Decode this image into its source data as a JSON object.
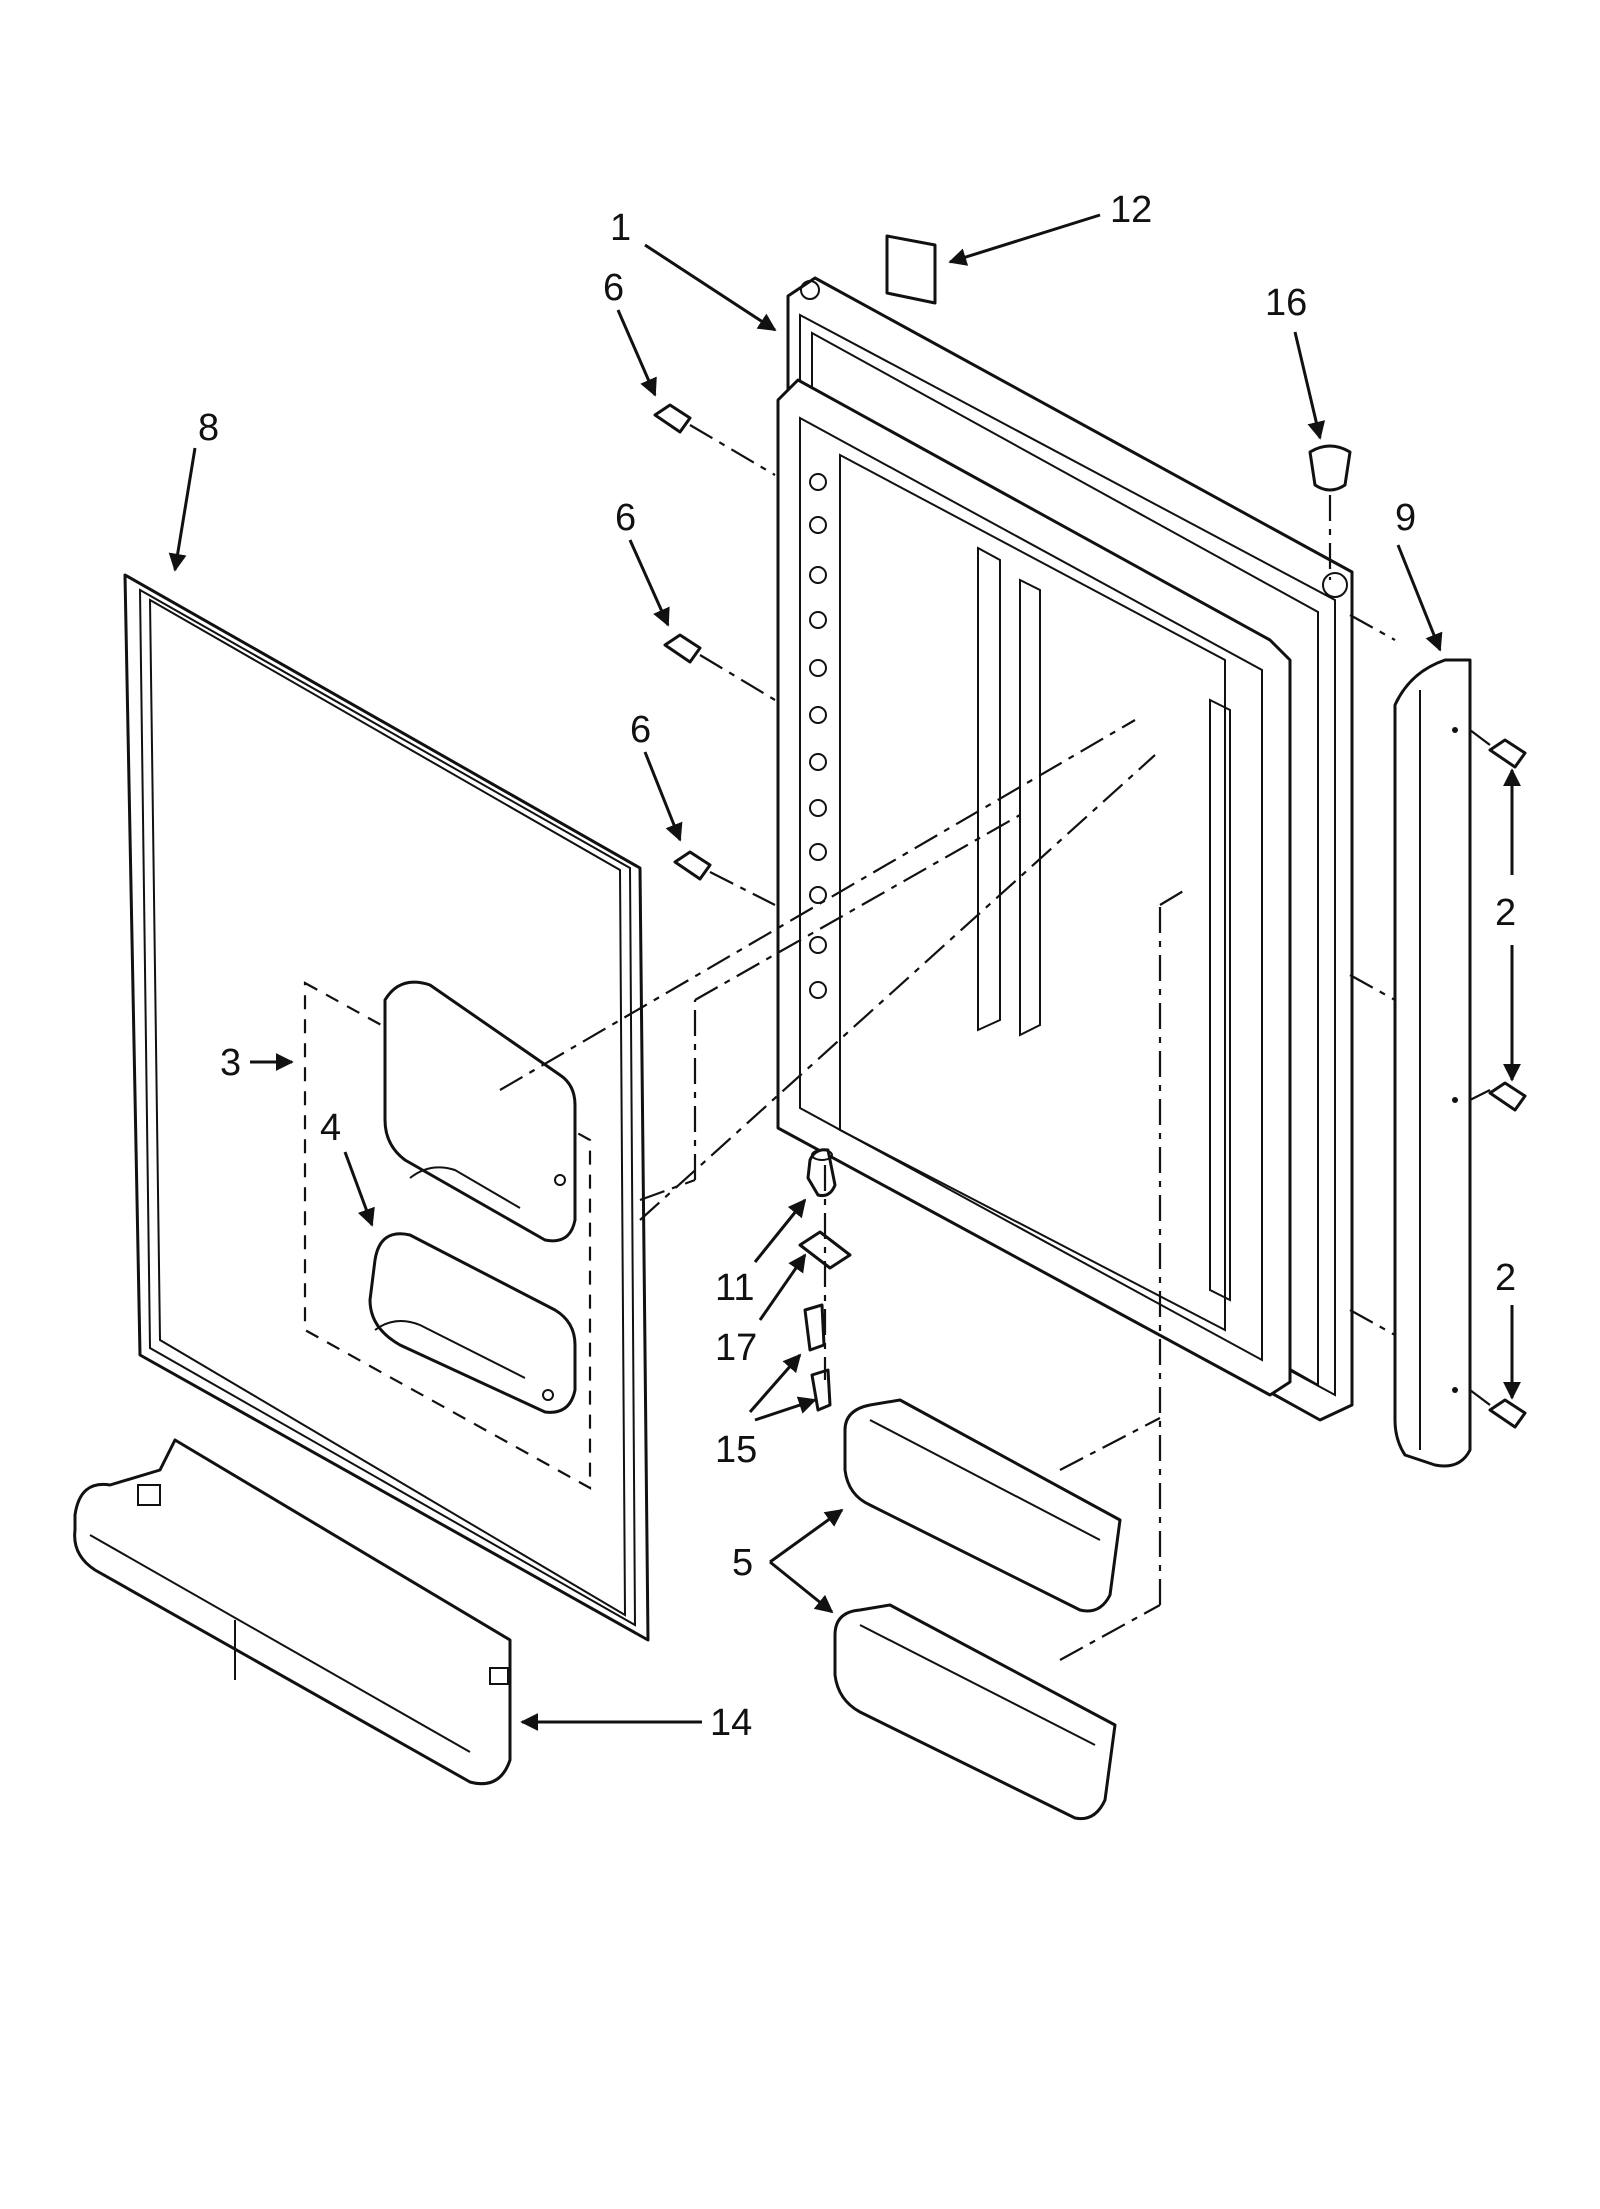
{
  "diagram": {
    "callouts": [
      {
        "id": "c1",
        "label": "1"
      },
      {
        "id": "c2a",
        "label": "2"
      },
      {
        "id": "c2b",
        "label": "2"
      },
      {
        "id": "c3",
        "label": "3"
      },
      {
        "id": "c4",
        "label": "4"
      },
      {
        "id": "c5",
        "label": "5"
      },
      {
        "id": "c6a",
        "label": "6"
      },
      {
        "id": "c6b",
        "label": "6"
      },
      {
        "id": "c6c",
        "label": "6"
      },
      {
        "id": "c8",
        "label": "8"
      },
      {
        "id": "c9",
        "label": "9"
      },
      {
        "id": "c11",
        "label": "11"
      },
      {
        "id": "c12",
        "label": "12"
      },
      {
        "id": "c14",
        "label": "14"
      },
      {
        "id": "c15",
        "label": "15"
      },
      {
        "id": "c16",
        "label": "16"
      },
      {
        "id": "c17",
        "label": "17"
      }
    ]
  }
}
